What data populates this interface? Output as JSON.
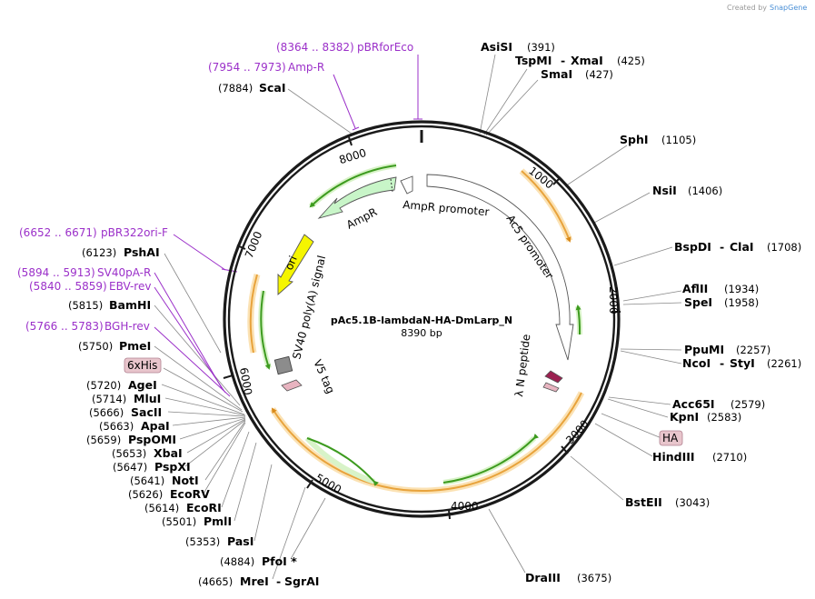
{
  "credit": {
    "prefix": "Created by",
    "brand": "SnapGene"
  },
  "plasmid": {
    "name": "pAc5.1B-lambdaN-HA-DmLarp_N",
    "length": "8390 bp"
  },
  "ticks": [
    "1000",
    "2000",
    "3000",
    "4000",
    "5000",
    "6000",
    "7000",
    "8000"
  ],
  "features": {
    "ampr_promoter": "AmpR promoter",
    "ampr": "AmpR",
    "ac5_promoter": "Ac5 promoter",
    "ori": "ori",
    "sv40": "SV40 poly(A) signal",
    "v5": "V5 tag",
    "lambda_n": "λ N peptide"
  },
  "primers": {
    "pbrforeco": {
      "range": "(8364 .. 8382)",
      "name": "pBRforEco"
    },
    "ampr": {
      "range": "(7954 .. 7973)",
      "name": "Amp-R"
    },
    "pbr322ori": {
      "range": "(6652 .. 6671)",
      "name": "pBR322ori-F"
    },
    "sv40pa": {
      "range": "(5894 .. 5913)",
      "name": "SV40pA-R"
    },
    "ebv": {
      "range": "(5840 .. 5859)",
      "name": "EBV-rev"
    },
    "bgh": {
      "range": "(5766 .. 5783)",
      "name": "BGH-rev"
    }
  },
  "right_sites": {
    "asisi": {
      "name": "AsiSI",
      "pos": "(391)"
    },
    "tspmi": {
      "name": "TspMI",
      "dash": "-",
      "name2": "XmaI",
      "pos": "(425)"
    },
    "smai": {
      "name": "SmaI",
      "pos": "(427)"
    },
    "sphi": {
      "name": "SphI",
      "pos": "(1105)"
    },
    "nsii": {
      "name": "NsiI",
      "pos": "(1406)"
    },
    "bspdi": {
      "name": "BspDI",
      "dash": "-",
      "name2": "ClaI",
      "pos": "(1708)"
    },
    "aflii": {
      "name": "AflII",
      "pos": "(1934)"
    },
    "spei": {
      "name": "SpeI",
      "pos": "(1958)"
    },
    "ppumi": {
      "name": "PpuMI",
      "pos": "(2257)"
    },
    "ncoi": {
      "name": "NcoI",
      "dash": "-",
      "name2": "StyI",
      "pos": "(2261)"
    },
    "acc65i": {
      "name": "Acc65I",
      "pos": "(2579)"
    },
    "kpni": {
      "name": "KpnI",
      "pos": "(2583)"
    },
    "ha": {
      "name": "HA"
    },
    "hindiii": {
      "name": "HindIII",
      "pos": "(2710)"
    },
    "bsteii": {
      "name": "BstEII",
      "pos": "(3043)"
    },
    "draiii": {
      "name": "DraIII",
      "pos": "(3675)"
    }
  },
  "left_sites": {
    "scai": {
      "pos": "(7884)",
      "name": "ScaI"
    },
    "pshai": {
      "pos": "(6123)",
      "name": "PshAI"
    },
    "bamhi": {
      "pos": "(5815)",
      "name": "BamHI"
    },
    "pmei": {
      "pos": "(5750)",
      "name": "PmeI"
    },
    "sixhis": {
      "name": "6xHis"
    },
    "agei": {
      "pos": "(5720)",
      "name": "AgeI"
    },
    "mlui": {
      "pos": "(5714)",
      "name": "MluI"
    },
    "sacii": {
      "pos": "(5666)",
      "name": "SacII"
    },
    "apai": {
      "pos": "(5663)",
      "name": "ApaI"
    },
    "pspomi": {
      "pos": "(5659)",
      "name": "PspOMI"
    },
    "xbai": {
      "pos": "(5653)",
      "name": "XbaI"
    },
    "pspxi": {
      "pos": "(5647)",
      "name": "PspXI"
    },
    "noti": {
      "pos": "(5641)",
      "name": "NotI"
    },
    "ecorv": {
      "pos": "(5626)",
      "name": "EcoRV"
    },
    "ecori": {
      "pos": "(5614)",
      "name": "EcoRI"
    },
    "pmli": {
      "pos": "(5501)",
      "name": "PmlI"
    },
    "pasi": {
      "pos": "(5353)",
      "name": "PasI"
    },
    "pfoi": {
      "pos": "(4884)",
      "name": "PfoI *"
    },
    "mrei": {
      "pos": "(4665)",
      "name": "MreI",
      "dash": "-",
      "name2": "SgrAI"
    }
  },
  "colors": {
    "backbone": "#1a1a1a",
    "primer": "#9b30c9",
    "ampr_fill": "#c8f5c8",
    "ori_fill": "#f5f500",
    "orf_orange": "#e8a33c",
    "orf_halo": "#fbe2b4",
    "orf_green": "#3d9b1f",
    "orf_green_halo": "#d8f3c8",
    "lambda_fill": "#9b2050",
    "tag_fill": "#e8b4c0",
    "sv40_fill": "#8c8c8c"
  }
}
